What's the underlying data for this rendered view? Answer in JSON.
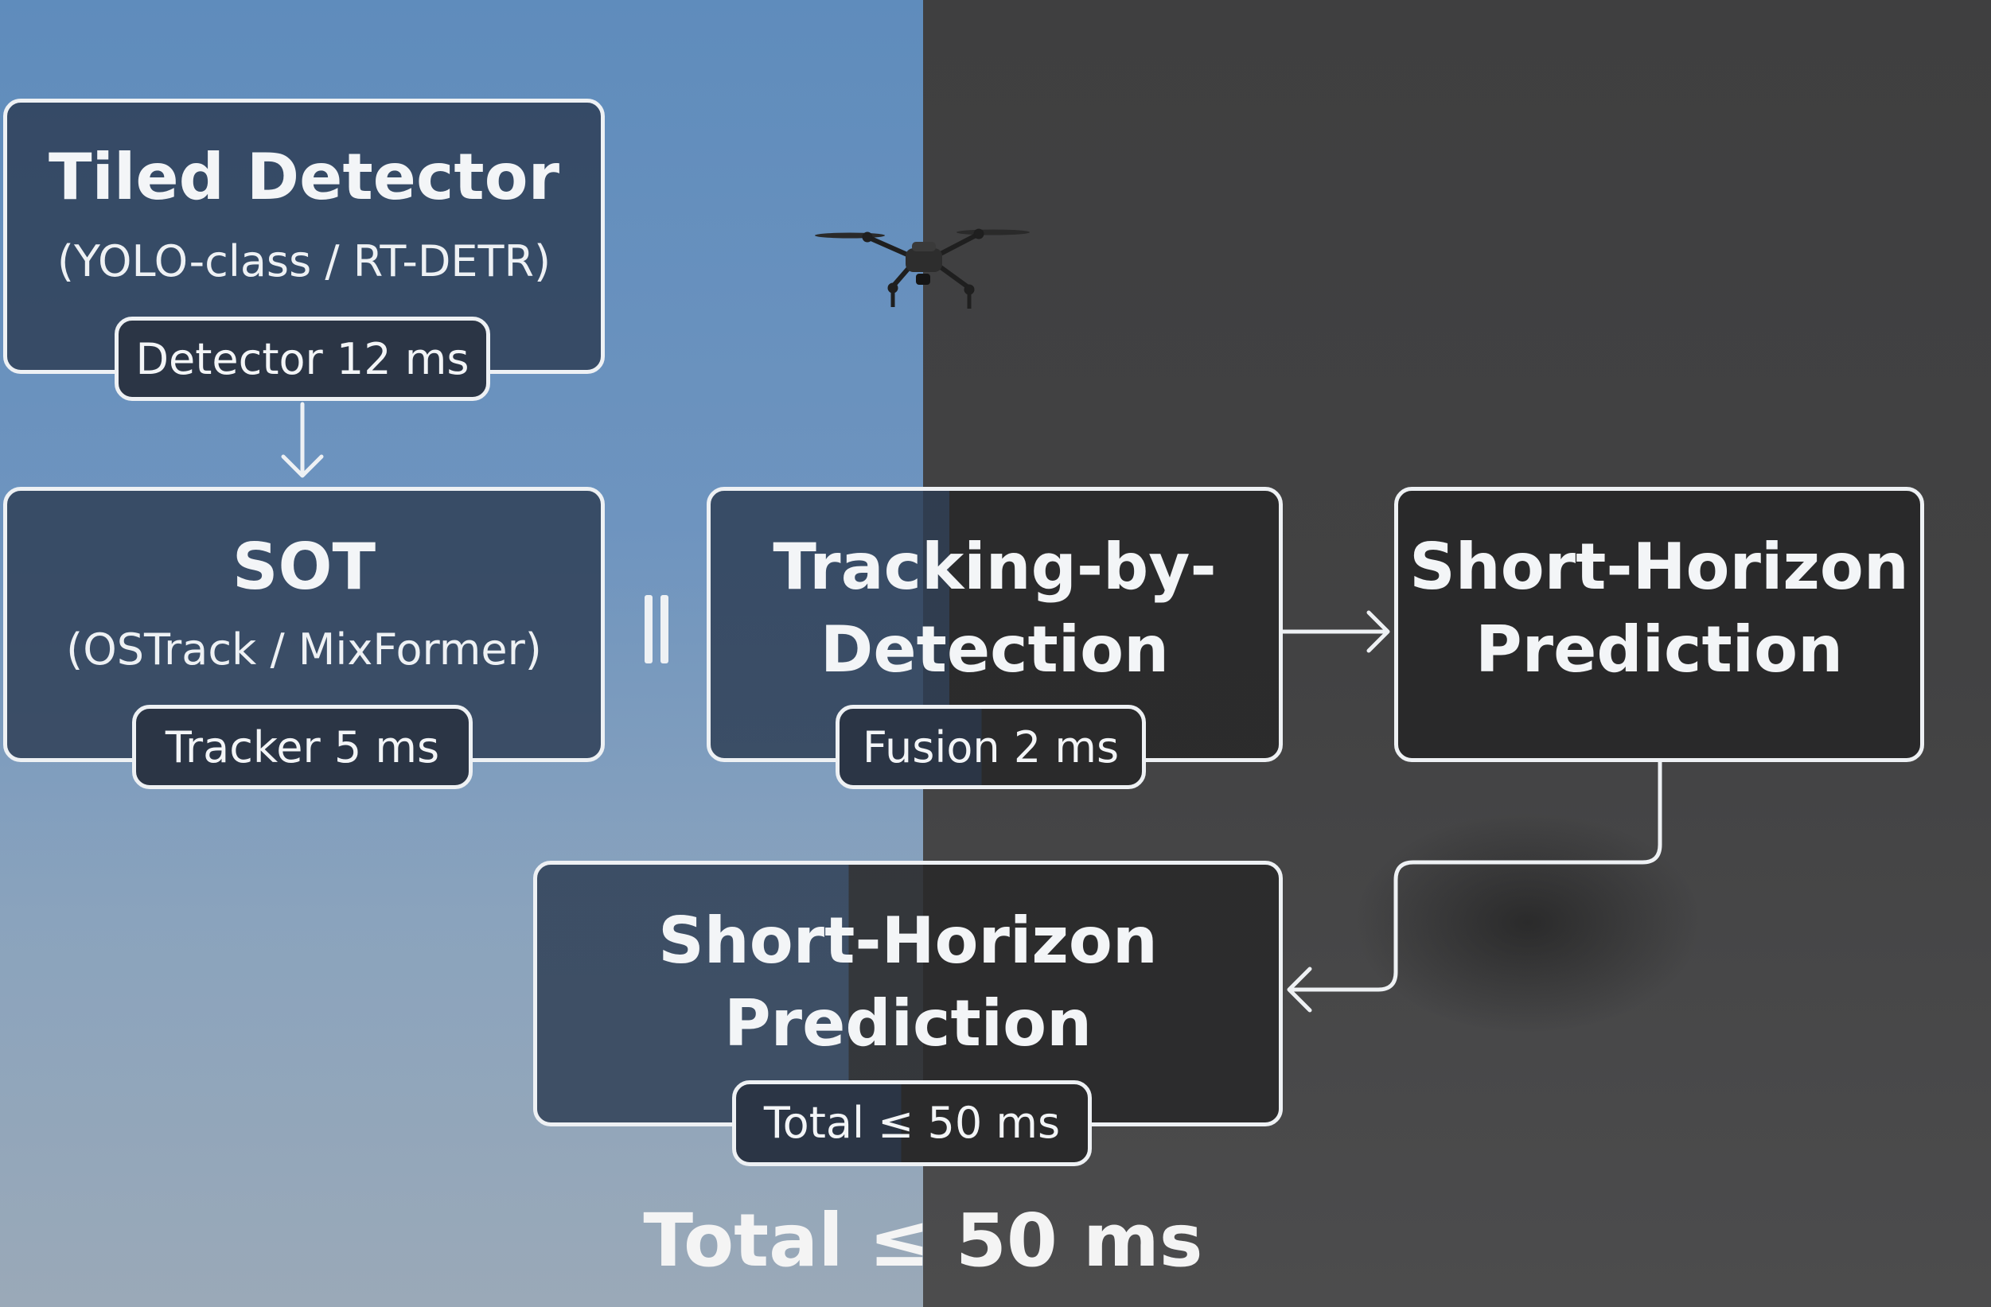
{
  "nodes": {
    "tiled_detector": {
      "title": "Tiled Detector",
      "subtitle": "(YOLO-class / RT-DETR)",
      "badge": "Detector 12 ms"
    },
    "sot": {
      "title": "SOT",
      "subtitle": "(OSTrack / MixFormer)",
      "badge": "Tracker  5 ms"
    },
    "tracking_by_detection": {
      "title_line1": "Tracking-by-",
      "title_line2": "Detection",
      "badge": "Fusion  2 ms"
    },
    "short_horizon_prediction": {
      "title_line1": "Short-Horizon",
      "title_line2": "Prediction"
    },
    "short_horizon_prediction_total": {
      "title_line1": "Short-Horizon",
      "title_line2": "Prediction",
      "badge": "Total ≤ 50 ms"
    }
  },
  "parallel_symbol": "∥",
  "footer_total": "Total ≤ 50 ms",
  "background_image": "drone-icon"
}
